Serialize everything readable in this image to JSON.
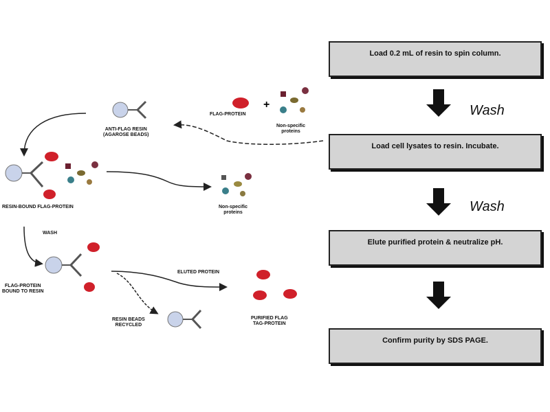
{
  "steps": [
    {
      "text": "Load 0.2 mL of resin to spin column."
    },
    {
      "text": "Load cell lysates to resin. Incubate."
    },
    {
      "text": "Elute purified protein & neutralize pH."
    },
    {
      "text": "Confirm purity by SDS PAGE."
    }
  ],
  "arrow_labels": [
    "Wash",
    "Wash",
    ""
  ],
  "labels": {
    "anti_resin": [
      "ANTI-FLAG RESIN",
      "(AGAROSE BEADS)"
    ],
    "flag_protein": "FLAG-PROTEIN",
    "nonspecific_top": [
      "Non-specific",
      "proteins"
    ],
    "bound": "RESIN-BOUND FLAG-PROTEIN",
    "nonspecific_right": [
      "Non-specific",
      "proteins"
    ],
    "wash_small": "WASH",
    "flag_bound": [
      "FLAG-PROTEIN",
      "BOUND TO RESIN"
    ],
    "elution": "ELUTED PROTEIN",
    "resin_recycled": [
      "RESIN BEADS",
      "RECYCLED"
    ],
    "purified": [
      "PURIFIED FLAG",
      "TAG-PROTEIN"
    ]
  },
  "colors": {
    "protein": "#d0202a",
    "bead": "#c9d3ea",
    "box": "#d4d4d4"
  }
}
